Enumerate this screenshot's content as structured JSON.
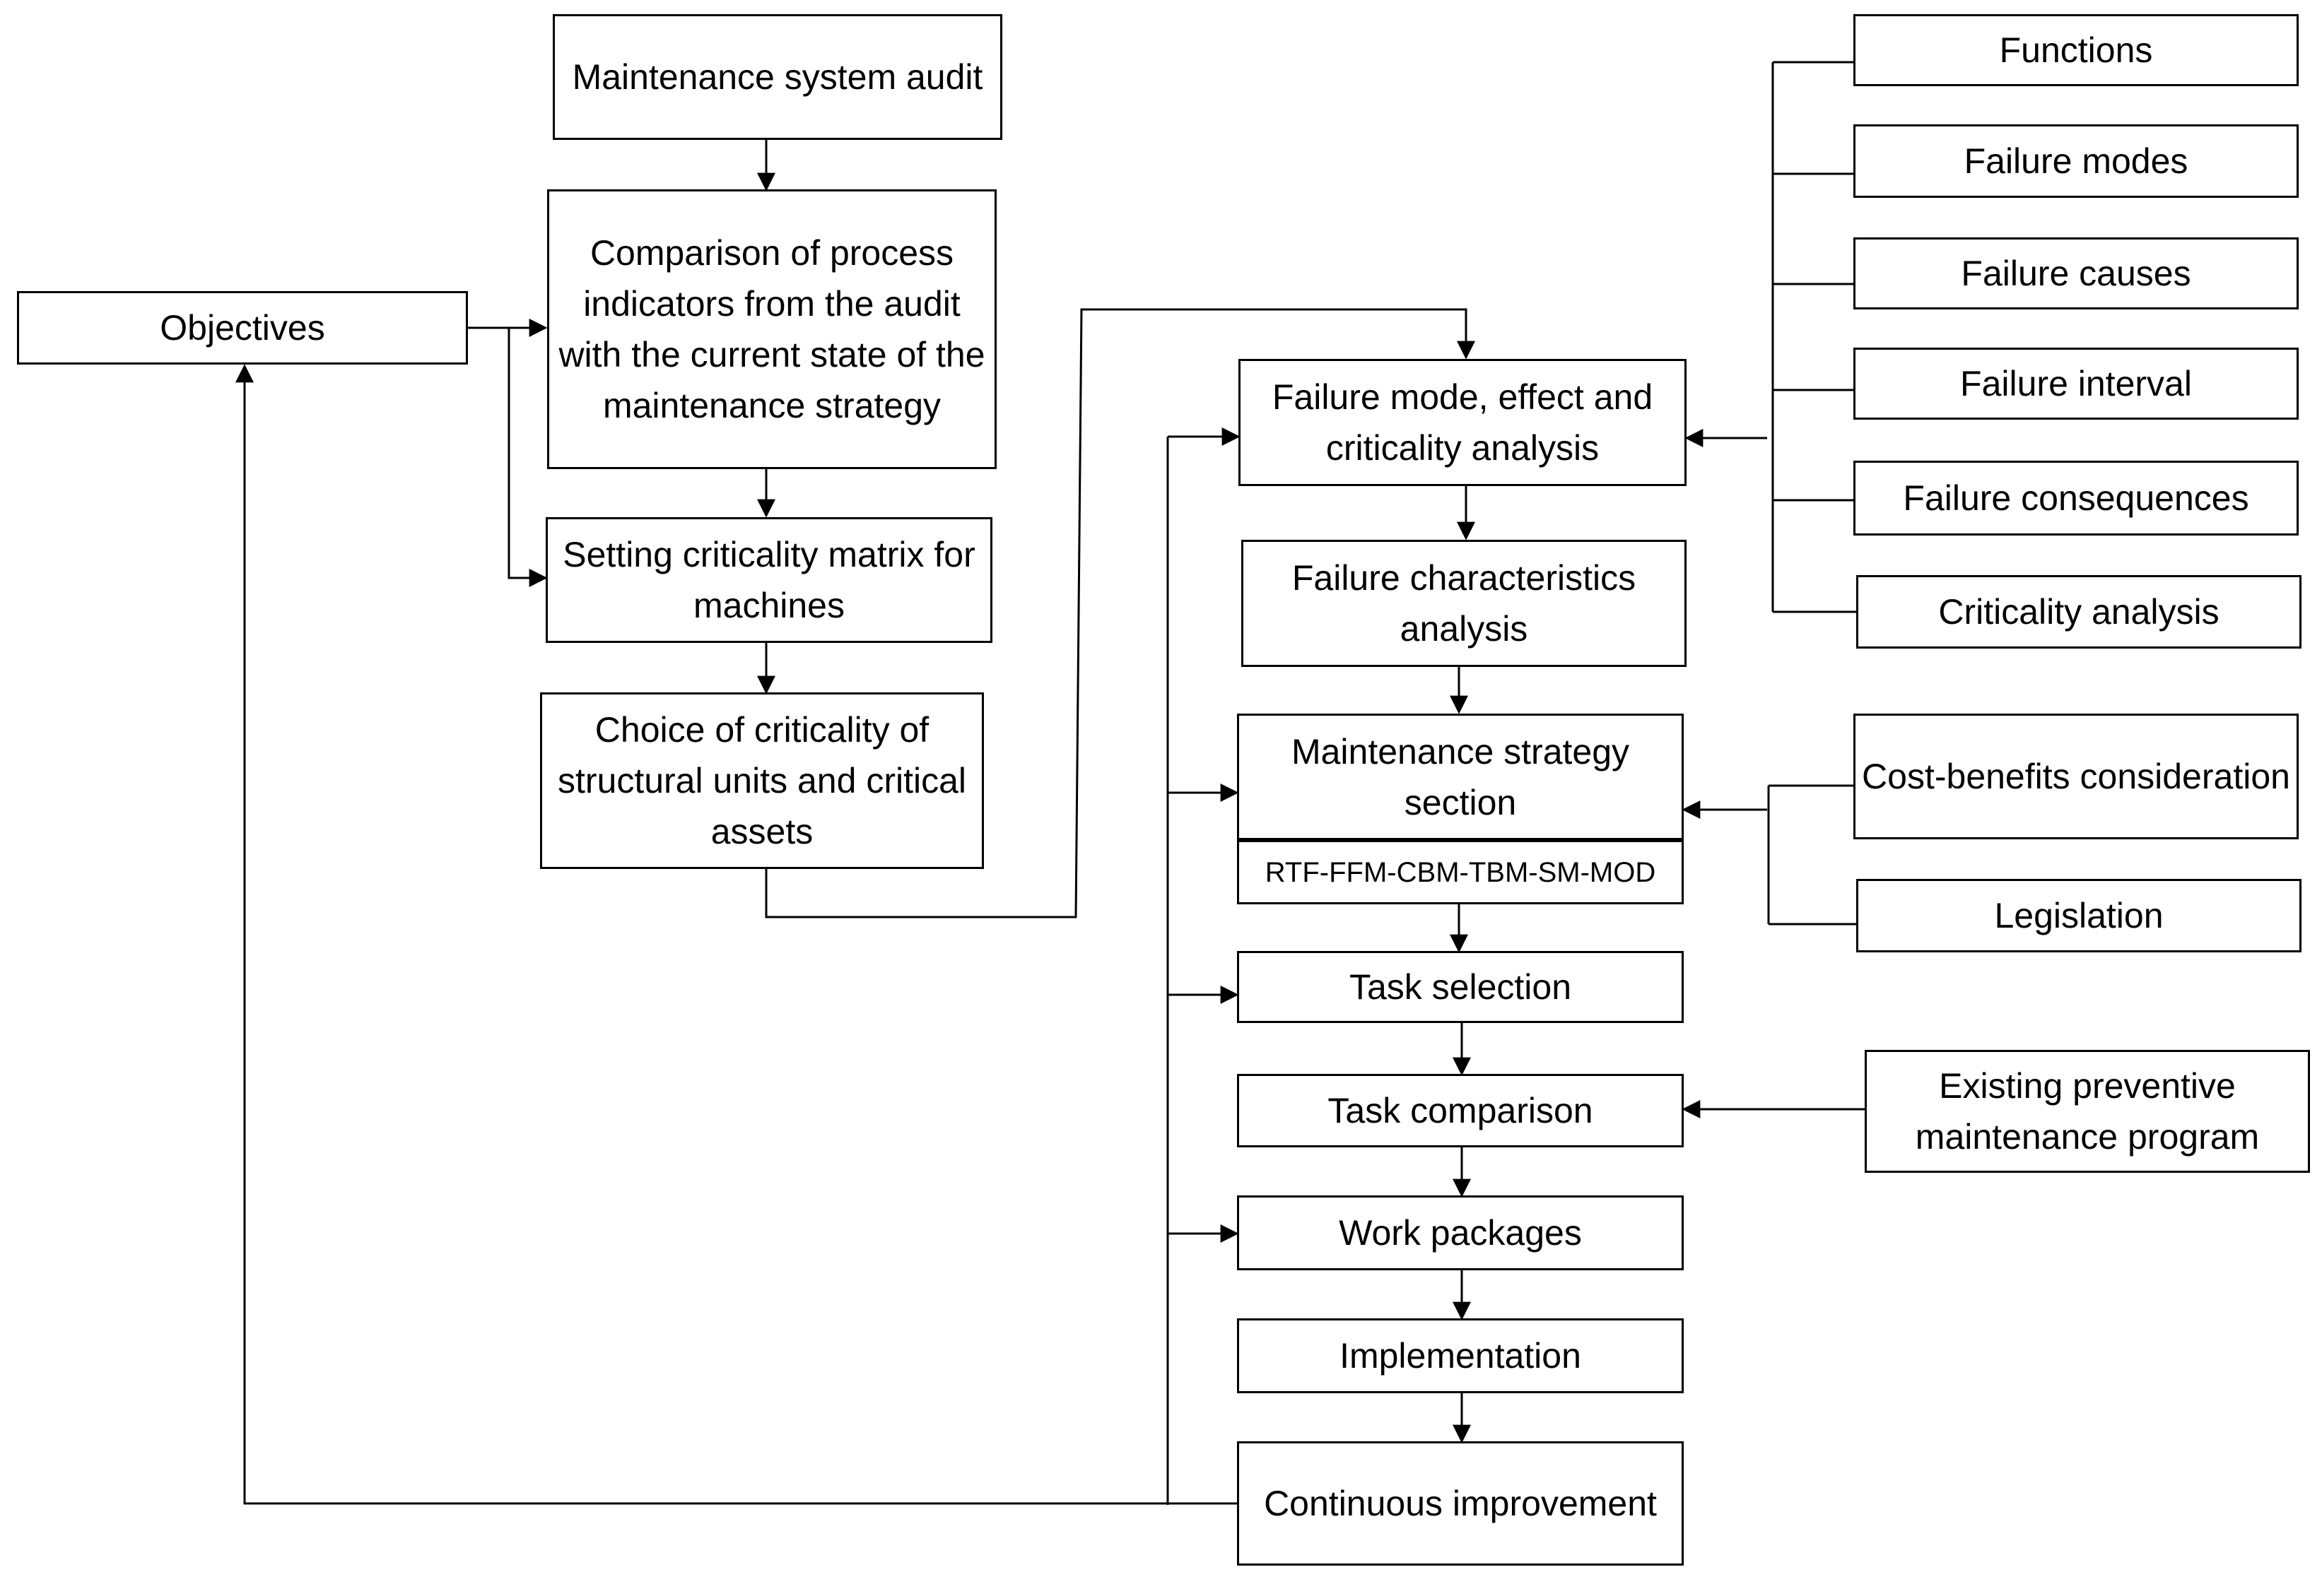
{
  "nodes": {
    "audit": "Maintenance system audit",
    "comparison": "Comparison of process indicators from the audit with the current state of the maintenance strategy",
    "objectives": "Objectives",
    "matrix": "Setting criticality matrix for machines",
    "choice": "Choice of criticality of structural units and critical assets",
    "fmeca": "Failure mode, effect and criticality analysis",
    "fca": "Failure characteristics analysis",
    "strategy": "Maintenance strategy section",
    "strategy_types": "RTF-FFM-CBM-TBM-SM-MOD",
    "task_selection": "Task selection",
    "task_comparison": "Task comparison",
    "work_packages": "Work packages",
    "implementation": "Implementation",
    "continuous": "Continuous improvement",
    "functions": "Functions",
    "failure_modes": "Failure modes",
    "failure_causes": "Failure causes",
    "failure_interval": "Failure interval",
    "failure_consequences": "Failure consequences",
    "criticality_analysis": "Criticality analysis",
    "cost_benefits": "Cost-benefits consideration",
    "legislation": "Legislation",
    "existing_pm": "Existing preventive maintenance program"
  }
}
